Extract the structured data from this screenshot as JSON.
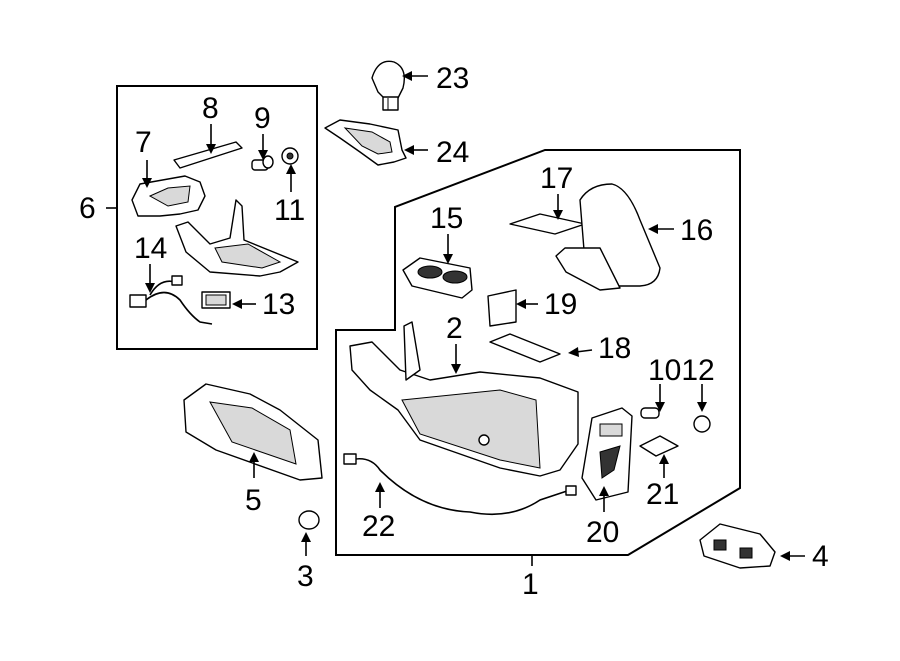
{
  "callouts": {
    "n1": "1",
    "n2": "2",
    "n3": "3",
    "n4": "4",
    "n5": "5",
    "n6": "6",
    "n7": "7",
    "n8": "8",
    "n9": "9",
    "n10_12": "1012",
    "n11": "11",
    "n13": "13",
    "n14": "14",
    "n15": "15",
    "n16": "16",
    "n17": "17",
    "n18": "18",
    "n19": "19",
    "n20": "20",
    "n21": "21",
    "n22": "22",
    "n23": "23",
    "n24": "24"
  }
}
